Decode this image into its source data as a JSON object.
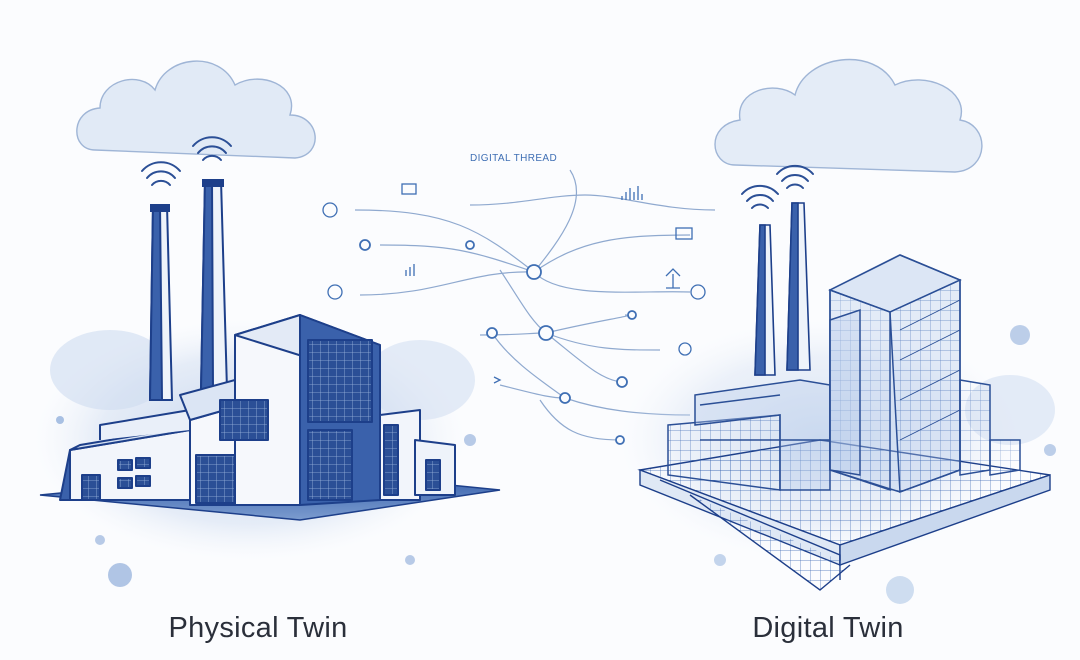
{
  "labels": {
    "physical": "Physical Twin",
    "digital": "Digital Twin",
    "thread": "DIGITAL THREAD"
  },
  "colors": {
    "ink": "#1d3f8a",
    "wash": "#c9d9ef",
    "line": "#8fa9cf",
    "glass": "#4d77bd"
  }
}
